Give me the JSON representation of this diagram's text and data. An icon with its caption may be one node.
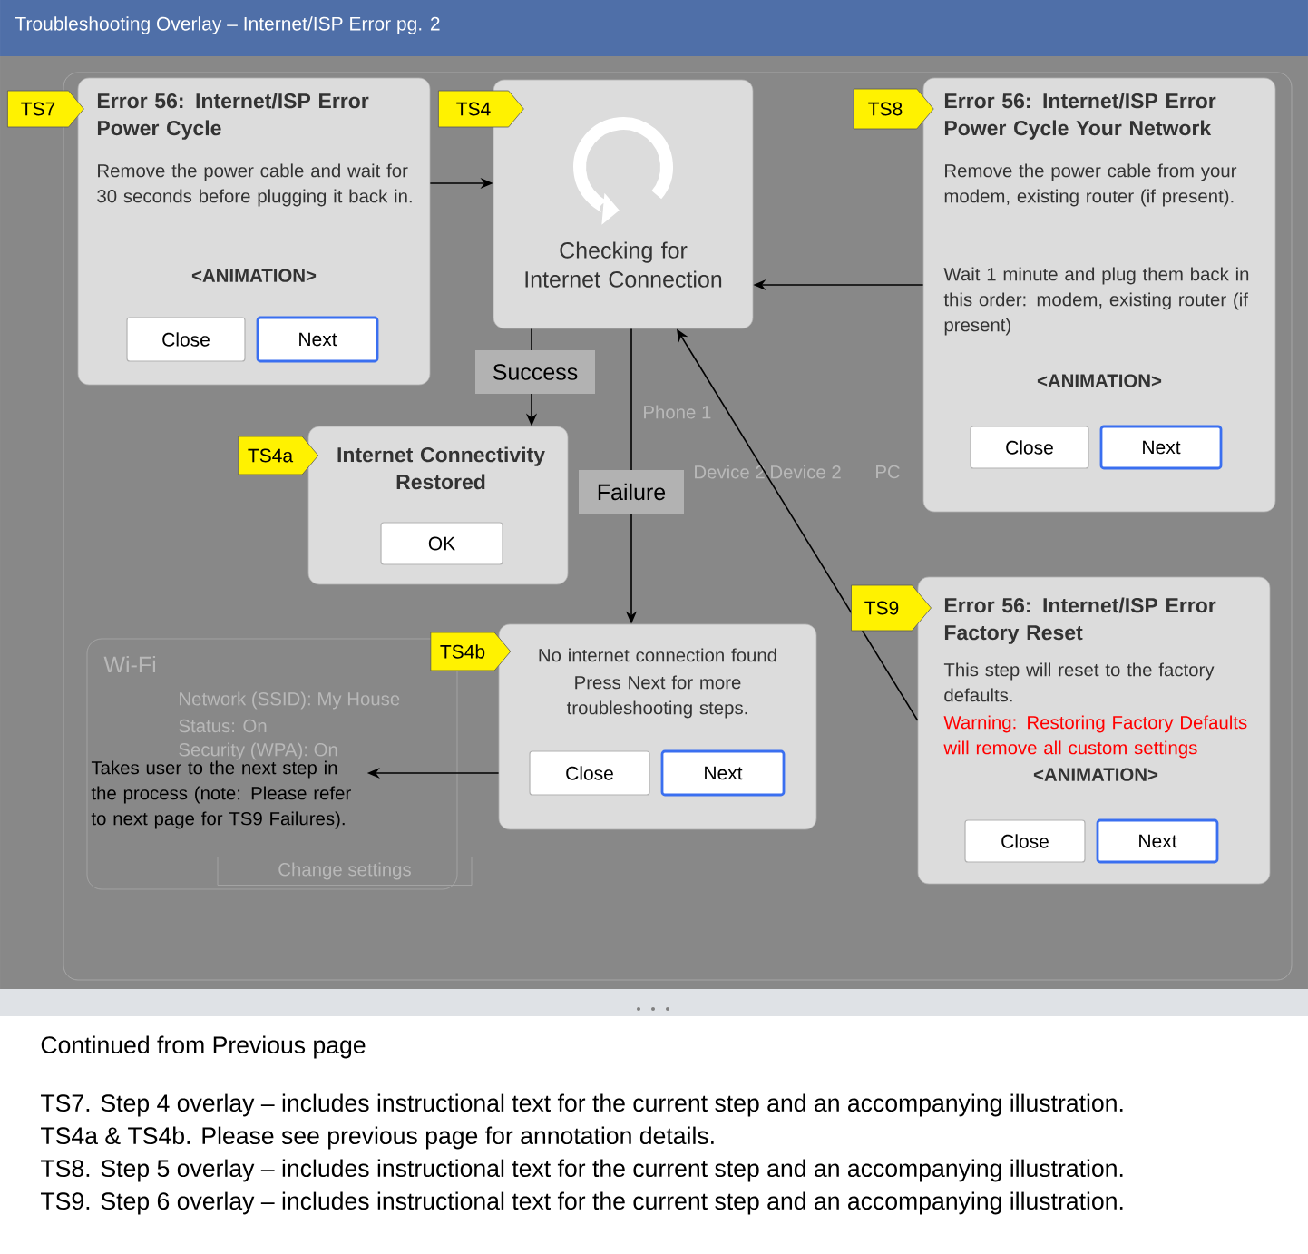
{
  "diagram": {
    "title": "Troubleshooting Overlay – Internet/ISP Error pg. 2",
    "nodes": [
      {
        "text": [
          "TS7"
        ]
      },
      {
        "text": [
          "Error 56: Internet/ISP Error Power Cycle",
          "Remove the power cable and wait for 30 seconds before plugging it back in.",
          "<ANIMATION>"
        ]
      },
      {
        "text": [
          "Close"
        ],
        "in": 1
      },
      {
        "text": [
          "Next"
        ],
        "in": 1
      },
      {
        "text": [
          "TS4"
        ]
      },
      {
        "text": [
          "Checking for Internet Connection"
        ]
      },
      {
        "text": [
          "TS8"
        ]
      },
      {
        "text": [
          "Error 56: Internet/ISP Error Power Cycle Your Network",
          "Remove the power cable from your modem, existing router (if present).",
          "Wait 1 minute and plug them back in this order: modem, existing router (if present)",
          "<ANIMATION>"
        ]
      },
      {
        "text": [
          "Close"
        ],
        "in": 7
      },
      {
        "text": [
          "Next"
        ],
        "in": 7
      },
      {
        "text": [
          "TS4a"
        ]
      },
      {
        "text": [
          "Internet Connectivity Restored"
        ]
      },
      {
        "text": [
          "OK"
        ],
        "in": 11
      },
      {
        "text": [
          "TS4b"
        ]
      },
      {
        "text": [
          "No internet connection found",
          "Press Next for more troubleshooting steps."
        ]
      },
      {
        "text": [
          "Close"
        ],
        "in": 14
      },
      {
        "text": [
          "Next"
        ],
        "in": 14
      },
      {
        "text": [
          "TS9"
        ]
      },
      {
        "text": [
          "Error 56: Internet/ISP Error Factory Reset",
          "This step will reset to the factory defaults.",
          "Warning: Restoring Factory Defaults will remove all custom settings",
          "<ANIMATION>"
        ]
      },
      {
        "text": [
          "Close"
        ],
        "in": 18
      },
      {
        "text": [
          "Next"
        ],
        "in": 18
      },
      {
        "text": [
          "Takes user to the next step in the process (note: Please refer to next page for TS9 Failures)."
        ]
      }
    ],
    "edges": [
      {
        "from": 1,
        "to": 5,
        "arrow": "to"
      },
      {
        "from": 7,
        "to": 5,
        "arrow": "to"
      },
      {
        "from": 5,
        "to": 11,
        "arrow": "to",
        "label": "Success"
      },
      {
        "from": 5,
        "to": 14,
        "arrow": "to",
        "label": "Failure"
      },
      {
        "from": 18,
        "to": 5,
        "arrow": "to"
      },
      {
        "from": 14,
        "to": 21,
        "arrow": "to"
      }
    ],
    "labels": [
      "Phone 1",
      "Device 2",
      "Device 2",
      "PC",
      "Wi-Fi",
      "Network (SSID): My House",
      "Status: On",
      "Security (WPA): On",
      "Change settings",
      "Continued from Previous page",
      "TS7. Step 4 overlay – includes instructional text for the current step and an accompanying illustration.",
      "TS4a & TS4b. Please see previous page for annotation details.",
      "TS8. Step 5 overlay – includes instructional text for the current step and an accompanying illustration.",
      "TS9. Step 6 overlay – includes instructional text for the current step and an accompanying illustration."
    ]
  }
}
